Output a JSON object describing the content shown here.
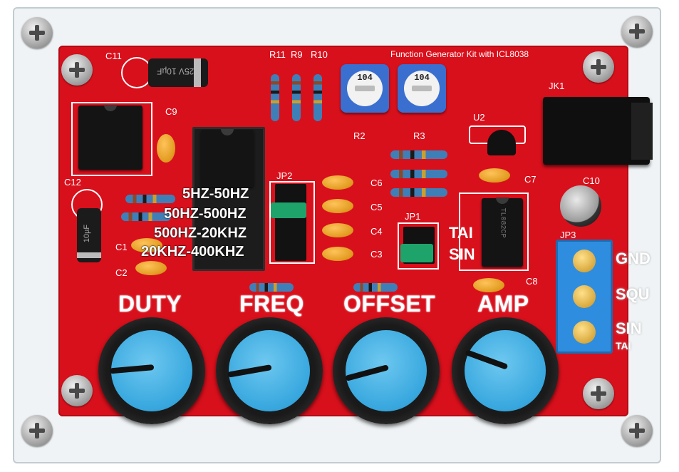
{
  "board": {
    "title": "Function Generator Kit with ICL8038",
    "refs": {
      "c11": "C11",
      "c9": "C9",
      "c12": "C12",
      "c1": "C1",
      "c2": "C2",
      "r11": "R11",
      "r9": "R9",
      "r10": "R10",
      "r2": "R2",
      "r3": "R3",
      "u2": "U2",
      "jk1": "JK1",
      "c10": "C10",
      "c7": "C7",
      "c6": "C6",
      "c5": "C5",
      "c4": "C4",
      "c3": "C3",
      "jp2": "JP2",
      "jp1": "JP1",
      "jp3": "JP3",
      "c8": "C8"
    },
    "ranges": [
      "5HZ-50HZ",
      "50HZ-500HZ",
      "500HZ-20KHZ",
      "20KHZ-400KHZ"
    ],
    "waveform_labels": {
      "tai": "TAI",
      "sin": "SIN"
    },
    "terminal_labels": [
      "GND",
      "SQU",
      "SIN",
      "TAI"
    ],
    "trimmer_values": {
      "r2": "104",
      "r3": "104"
    },
    "chip_markings": {
      "u3": "TL082CP"
    },
    "cap_markings": {
      "c11": "25V 10µF",
      "c12": "10µF"
    }
  },
  "knobs": [
    {
      "label": "DUTY",
      "pointer_angle_deg": 175
    },
    {
      "label": "FREQ",
      "pointer_angle_deg": 170
    },
    {
      "label": "OFFSET",
      "pointer_angle_deg": 165
    },
    {
      "label": "AMP",
      "pointer_angle_deg": 200
    }
  ],
  "colors": {
    "pcb": "#d8101c",
    "knob_face": "#37a7de",
    "terminal": "#2f8de0"
  }
}
